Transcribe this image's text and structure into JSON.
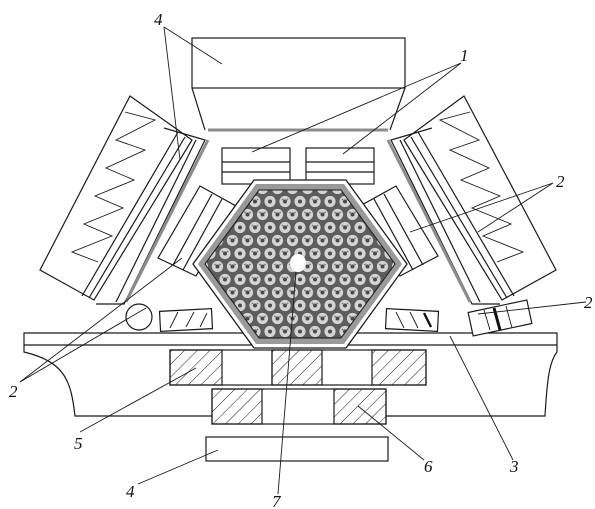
{
  "labels": {
    "l1": "1",
    "l2_right_upper": "2",
    "l2_right_lower": "2",
    "l2_left": "2",
    "l3": "3",
    "l4_top": "4",
    "l4_bottom": "4",
    "l5": "5",
    "l6": "6",
    "l7": "7"
  }
}
